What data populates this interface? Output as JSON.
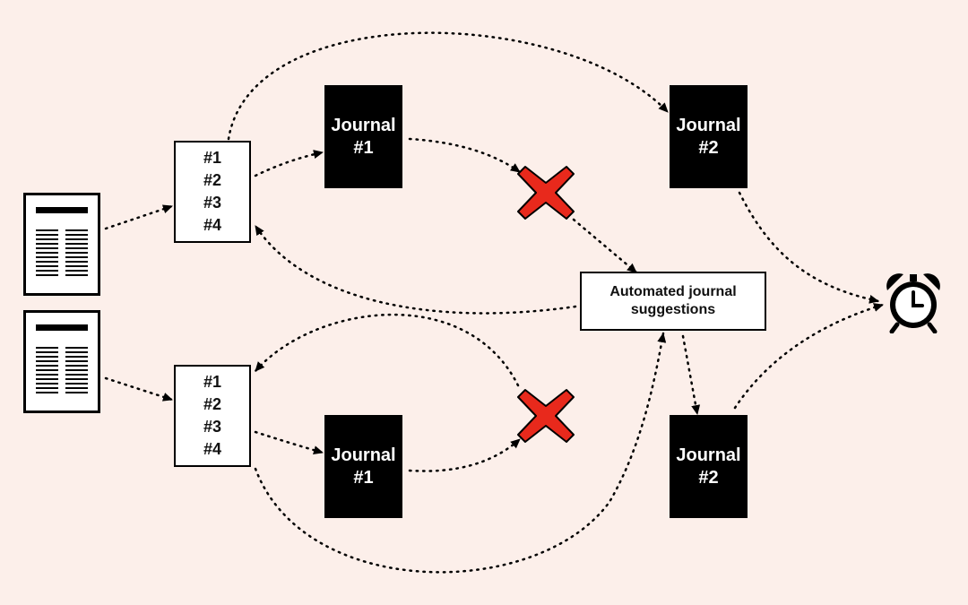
{
  "lists": {
    "top": [
      "#1",
      "#2",
      "#3",
      "#4"
    ],
    "bottom": [
      "#1",
      "#2",
      "#3",
      "#4"
    ]
  },
  "journals": {
    "top_first": {
      "line1": "Journal",
      "line2": "#1"
    },
    "top_second": {
      "line1": "Journal",
      "line2": "#2"
    },
    "bottom_first": {
      "line1": "Journal",
      "line2": "#1"
    },
    "bottom_second": {
      "line1": "Journal",
      "line2": "#2"
    }
  },
  "automated": {
    "line1": "Automated journal",
    "line2": "suggestions"
  },
  "colors": {
    "background": "#fcefea",
    "reject": "#e8291c",
    "ink": "#000000"
  },
  "icons": [
    "document-icon",
    "rejection-x-icon",
    "alarm-clock-icon"
  ]
}
